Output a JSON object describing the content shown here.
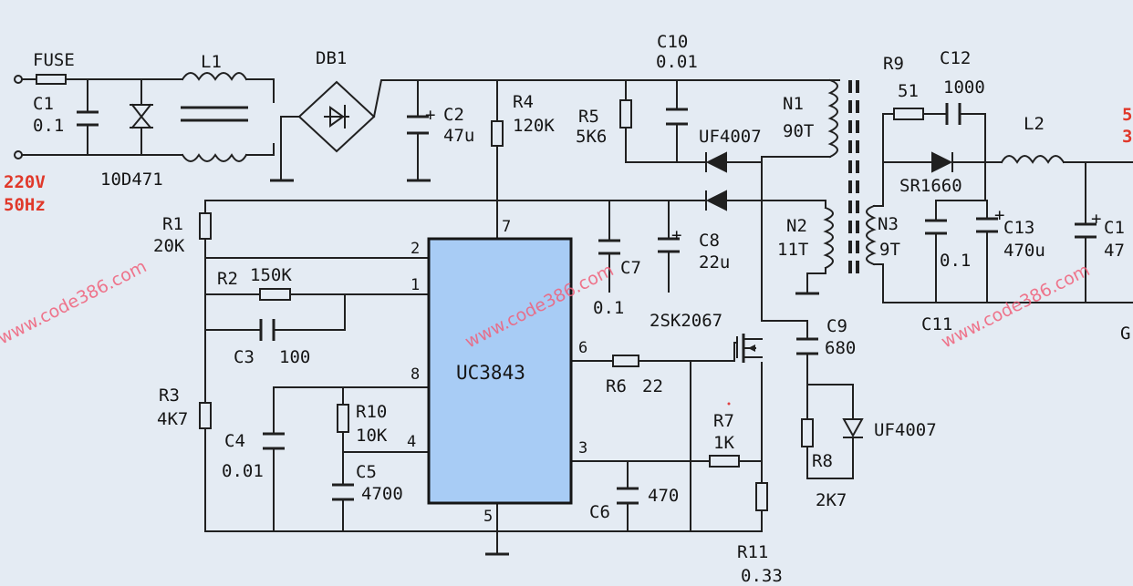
{
  "colors": {
    "background": "#e4ebf3",
    "wire": "#202020",
    "ic_fill": "#a8ccf5",
    "input_label": "#e0382a",
    "watermark": "#f0607a"
  },
  "ic": {
    "name": "UC3843",
    "pins": {
      "p1": "1",
      "p2": "2",
      "p3": "3",
      "p4": "4",
      "p5": "5",
      "p6": "6",
      "p7": "7",
      "p8": "8"
    }
  },
  "input": {
    "voltage": "220V",
    "frequency": "50Hz"
  },
  "labels": {
    "fuse": "FUSE",
    "c1": "C1",
    "c1_val": "0.1",
    "tvs": "10D471",
    "l1": "L1",
    "db1": "DB1",
    "c2": "C2",
    "c2_val": "47u",
    "r4": "R4",
    "r4_val": "120K",
    "r5": "R5",
    "r5_val": "5K6",
    "c10": "C10",
    "c10_val": "0.01",
    "d1": "UF4007",
    "n1": "N1",
    "n1_val": "90T",
    "n2": "N2",
    "n2_val": "11T",
    "n3": "N3",
    "n3_val": "9T",
    "r9": "R9",
    "r9_val": "51",
    "c12": "C12",
    "c12_val": "1000",
    "l2": "L2",
    "sr": "SR1660",
    "c11_val": "0.1",
    "c13": "C13",
    "c13_val": "470u",
    "c11": "C11",
    "c14": "C1",
    "c14_val": "47",
    "out_v": "5",
    "out_a": "3",
    "gnd": "G",
    "r1": "R1",
    "r1_val": "20K",
    "r2": "R2",
    "r2_val": "150K",
    "c3": "C3",
    "c3_val": "100",
    "r3": "R3",
    "r3_val": "4K7",
    "c4": "C4",
    "c4_val": "0.01",
    "r10": "R10",
    "r10_val": "10K",
    "c5": "C5",
    "c5_val": "4700",
    "c7": "C7",
    "c7_val": "0.1",
    "c8": "C8",
    "c8_val": "22u",
    "mosfet": "2SK2067",
    "r6": "R6",
    "r6_val": "22",
    "c9": "C9",
    "c9_val": "680",
    "d2": "UF4007",
    "r7": "R7",
    "r7_val": "1K",
    "c6": "C6",
    "c6_val": "470",
    "r8": "R8",
    "r8_val": "2K7",
    "r11": "R11",
    "r11_val": "0.33"
  },
  "watermark": "www.code386.com"
}
